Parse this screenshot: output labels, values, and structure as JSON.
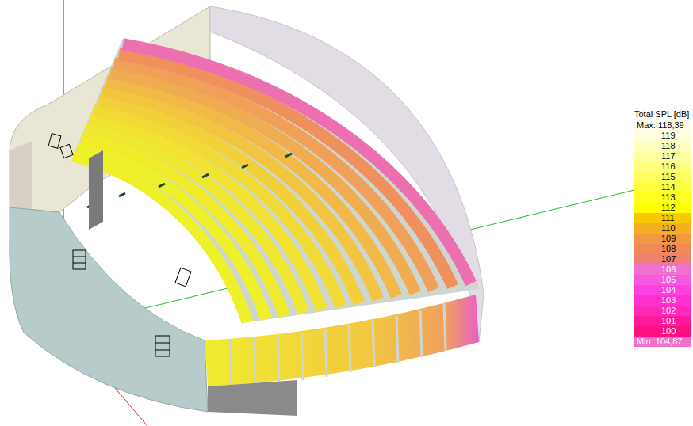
{
  "diagram": {
    "labels": [
      "Total SPL [dB]"
    ],
    "legend": [
      {
        "text": "Max: 118,39",
        "color": "#fffce8"
      },
      {
        "text": "119",
        "color": "#ffffe0"
      },
      {
        "text": "118",
        "color": "#ffffc0"
      },
      {
        "text": "117",
        "color": "#ffffa0"
      },
      {
        "text": "116",
        "color": "#ffff80"
      },
      {
        "text": "115",
        "color": "#ffff60"
      },
      {
        "text": "114",
        "color": "#ffff40"
      },
      {
        "text": "113",
        "color": "#ffff20"
      },
      {
        "text": "112",
        "color": "#ffff00"
      },
      {
        "text": "111",
        "color": "#f8c800"
      },
      {
        "text": "110",
        "color": "#f5b020"
      },
      {
        "text": "109",
        "color": "#f29840"
      },
      {
        "text": "108",
        "color": "#f08a58"
      },
      {
        "text": "107",
        "color": "#f08070"
      },
      {
        "text": "106",
        "color": "#f070d0"
      },
      {
        "text": "105",
        "color": "#f858e0"
      },
      {
        "text": "104",
        "color": "#ff40e0"
      },
      {
        "text": "103",
        "color": "#ff30d0"
      },
      {
        "text": "102",
        "color": "#ff28b8"
      },
      {
        "text": "101",
        "color": "#ff1898"
      },
      {
        "text": "100",
        "color": "#ff1080"
      },
      {
        "text": "Min: 104,87",
        "color": "#f070d0"
      }
    ]
  }
}
